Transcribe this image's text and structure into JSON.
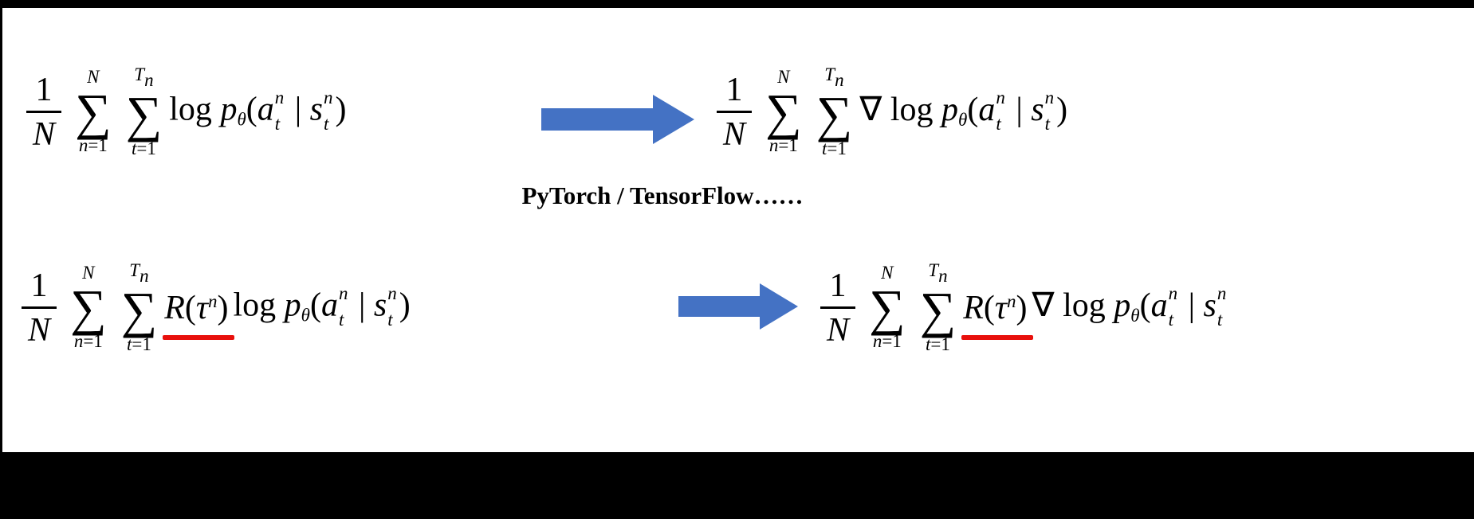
{
  "colors": {
    "arrow_blue": "#4472c4",
    "underline_red": "#e8100c",
    "slide_background": "#ffffff",
    "bar_black": "#000000",
    "math_text": "#000000"
  },
  "caption": {
    "text": "PyTorch / TensorFlow……"
  },
  "arrows": [
    {
      "name": "arrow-top",
      "direction": "right"
    },
    {
      "name": "arrow-bottom",
      "direction": "right"
    }
  ],
  "formulas": [
    {
      "name": "mean-sum-log-prob",
      "tokens": [
        {
          "type": "frac",
          "num": [
            {
              "text": "1"
            }
          ],
          "den": [
            {
              "text": "N",
              "italic": true
            }
          ]
        },
        {
          "type": "sum",
          "top": [
            {
              "text": "N",
              "italic": true
            }
          ],
          "bottom": [
            {
              "text": "n",
              "italic": true
            },
            {
              "text": "=1"
            }
          ]
        },
        {
          "type": "sum",
          "top": [
            {
              "text": "T",
              "italic": true,
              "sub": "n"
            }
          ],
          "bottom": [
            {
              "text": "t",
              "italic": true
            },
            {
              "text": "=1"
            }
          ]
        },
        {
          "type": "runs",
          "runs": [
            {
              "text": "log "
            },
            {
              "text": "p",
              "italic": true,
              "sub": "θ"
            },
            {
              "text": "("
            },
            {
              "text": "a",
              "italic": true,
              "sup": "n",
              "sub": "t"
            },
            {
              "text": " | "
            },
            {
              "text": "s",
              "italic": true,
              "sup": "n",
              "sub": "t"
            },
            {
              "text": ")"
            }
          ]
        }
      ]
    },
    {
      "name": "mean-sum-grad-log-prob",
      "tokens": [
        {
          "type": "frac",
          "num": [
            {
              "text": "1"
            }
          ],
          "den": [
            {
              "text": "N",
              "italic": true
            }
          ]
        },
        {
          "type": "sum",
          "top": [
            {
              "text": "N",
              "italic": true
            }
          ],
          "bottom": [
            {
              "text": "n",
              "italic": true
            },
            {
              "text": "=1"
            }
          ]
        },
        {
          "type": "sum",
          "top": [
            {
              "text": "T",
              "italic": true,
              "sub": "n"
            }
          ],
          "bottom": [
            {
              "text": "t",
              "italic": true
            },
            {
              "text": "=1"
            }
          ]
        },
        {
          "type": "runs",
          "runs": [
            {
              "text": "∇"
            },
            {
              "text": " log "
            },
            {
              "text": "p",
              "italic": true,
              "sub": "θ"
            },
            {
              "text": "("
            },
            {
              "text": "a",
              "italic": true,
              "sup": "n",
              "sub": "t"
            },
            {
              "text": " | "
            },
            {
              "text": "s",
              "italic": true,
              "sup": "n",
              "sub": "t"
            },
            {
              "text": ")"
            }
          ]
        }
      ]
    },
    {
      "name": "mean-sum-reward-weighted-log-prob",
      "tokens": [
        {
          "type": "frac",
          "num": [
            {
              "text": "1"
            }
          ],
          "den": [
            {
              "text": "N",
              "italic": true
            }
          ]
        },
        {
          "type": "sum",
          "top": [
            {
              "text": "N",
              "italic": true
            }
          ],
          "bottom": [
            {
              "text": "n",
              "italic": true
            },
            {
              "text": "=1"
            }
          ]
        },
        {
          "type": "sum",
          "top": [
            {
              "text": "T",
              "italic": true,
              "sub": "n"
            }
          ],
          "bottom": [
            {
              "text": "t",
              "italic": true
            },
            {
              "text": "=1"
            }
          ]
        },
        {
          "type": "group",
          "underline": true,
          "name": "reward-term",
          "runs": [
            {
              "text": "R",
              "italic": true
            },
            {
              "text": "("
            },
            {
              "text": "τ",
              "italic": true,
              "sup": "n"
            },
            {
              "text": ")"
            }
          ]
        },
        {
          "type": "runs",
          "runs": [
            {
              "text": "log "
            },
            {
              "text": "p",
              "italic": true,
              "sub": "θ"
            },
            {
              "text": "("
            },
            {
              "text": "a",
              "italic": true,
              "sup": "n",
              "sub": "t"
            },
            {
              "text": " | "
            },
            {
              "text": "s",
              "italic": true,
              "sup": "n",
              "sub": "t"
            },
            {
              "text": ")"
            }
          ]
        }
      ]
    },
    {
      "name": "mean-sum-reward-weighted-grad-log-prob",
      "tokens": [
        {
          "type": "frac",
          "num": [
            {
              "text": "1"
            }
          ],
          "den": [
            {
              "text": "N",
              "italic": true
            }
          ]
        },
        {
          "type": "sum",
          "top": [
            {
              "text": "N",
              "italic": true
            }
          ],
          "bottom": [
            {
              "text": "n",
              "italic": true
            },
            {
              "text": "=1"
            }
          ]
        },
        {
          "type": "sum",
          "top": [
            {
              "text": "T",
              "italic": true,
              "sub": "n"
            }
          ],
          "bottom": [
            {
              "text": "t",
              "italic": true
            },
            {
              "text": "=1"
            }
          ]
        },
        {
          "type": "group",
          "underline": true,
          "name": "reward-term",
          "runs": [
            {
              "text": "R",
              "italic": true
            },
            {
              "text": "("
            },
            {
              "text": "τ",
              "italic": true,
              "sup": "n"
            },
            {
              "text": ")"
            }
          ]
        },
        {
          "type": "runs",
          "runs": [
            {
              "text": "∇"
            },
            {
              "text": " log "
            },
            {
              "text": "p",
              "italic": true,
              "sub": "θ"
            },
            {
              "text": "("
            },
            {
              "text": "a",
              "italic": true,
              "sup": "n",
              "sub": "t"
            },
            {
              "text": " | "
            },
            {
              "text": "s",
              "italic": true,
              "sup": "n",
              "sub": "t"
            }
          ]
        }
      ]
    }
  ]
}
